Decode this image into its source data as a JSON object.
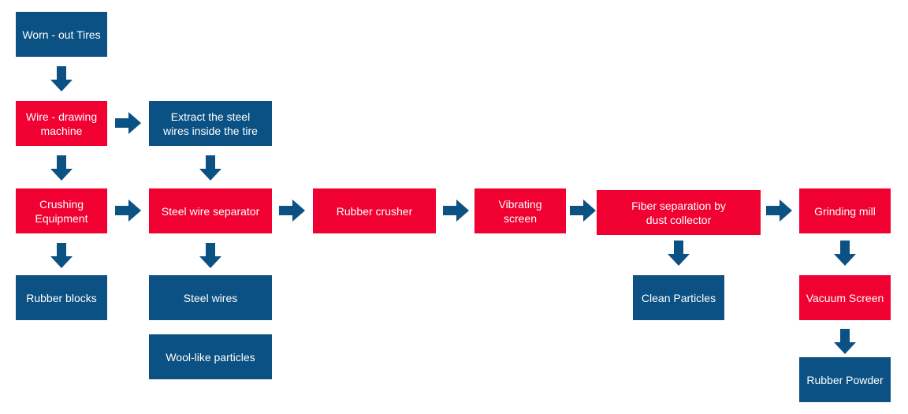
{
  "colors": {
    "process": "#f00131",
    "material": "#0b5183",
    "arrow": "#0b5183",
    "text": "#ffffff"
  },
  "nodes": [
    {
      "id": "worn-out-tires",
      "label": "Worn - out Tires",
      "kind": "material"
    },
    {
      "id": "wire-drawing-machine",
      "label": "Wire - drawing\nmachine",
      "kind": "process"
    },
    {
      "id": "extract-steel-wires",
      "label": "Extract the steel\nwires inside the tire",
      "kind": "material"
    },
    {
      "id": "crushing-equipment",
      "label": "Crushing\nEquipment",
      "kind": "process"
    },
    {
      "id": "steel-wire-separator",
      "label": "Steel wire separator",
      "kind": "process"
    },
    {
      "id": "rubber-crusher",
      "label": "Rubber crusher",
      "kind": "process"
    },
    {
      "id": "vibrating-screen",
      "label": "Vibrating screen",
      "kind": "process"
    },
    {
      "id": "fiber-separation",
      "label": "Fiber separation by\ndust collector",
      "kind": "process"
    },
    {
      "id": "grinding-mill",
      "label": "Grinding mill",
      "kind": "process"
    },
    {
      "id": "rubber-blocks",
      "label": "Rubber blocks",
      "kind": "material"
    },
    {
      "id": "steel-wires",
      "label": "Steel wires",
      "kind": "material"
    },
    {
      "id": "wool-like-particles",
      "label": "Wool-like particles",
      "kind": "material"
    },
    {
      "id": "clean-particles",
      "label": "Clean Particles",
      "kind": "material"
    },
    {
      "id": "vacuum-screen",
      "label": "Vacuum Screen",
      "kind": "process"
    },
    {
      "id": "rubber-powder",
      "label": "Rubber Powder",
      "kind": "material"
    }
  ],
  "edges": [
    {
      "from": "worn-out-tires",
      "to": "wire-drawing-machine"
    },
    {
      "from": "wire-drawing-machine",
      "to": "extract-steel-wires"
    },
    {
      "from": "wire-drawing-machine",
      "to": "crushing-equipment"
    },
    {
      "from": "extract-steel-wires",
      "to": "steel-wire-separator"
    },
    {
      "from": "crushing-equipment",
      "to": "steel-wire-separator"
    },
    {
      "from": "crushing-equipment",
      "to": "rubber-blocks"
    },
    {
      "from": "steel-wire-separator",
      "to": "rubber-crusher"
    },
    {
      "from": "steel-wire-separator",
      "to": "steel-wires"
    },
    {
      "from": "rubber-crusher",
      "to": "vibrating-screen"
    },
    {
      "from": "vibrating-screen",
      "to": "fiber-separation"
    },
    {
      "from": "fiber-separation",
      "to": "grinding-mill"
    },
    {
      "from": "fiber-separation",
      "to": "clean-particles"
    },
    {
      "from": "grinding-mill",
      "to": "vacuum-screen"
    },
    {
      "from": "vacuum-screen",
      "to": "rubber-powder"
    }
  ]
}
